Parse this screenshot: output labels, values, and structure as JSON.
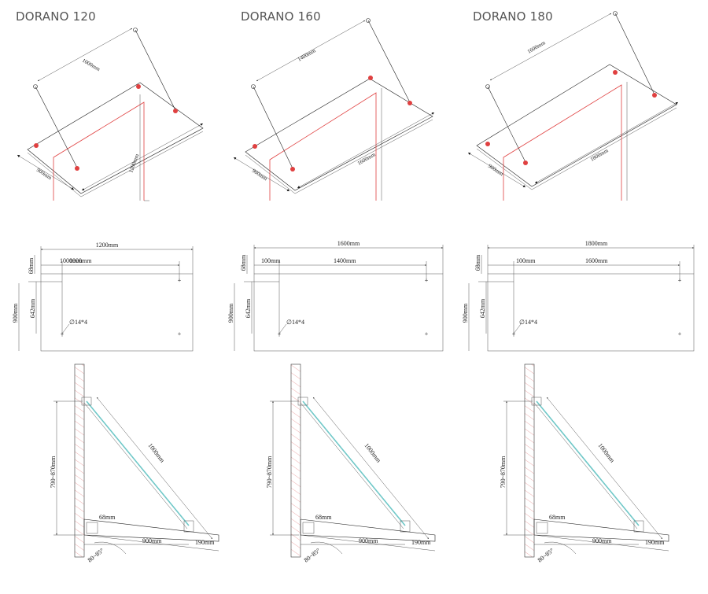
{
  "models": [
    {
      "title": "DORANO 120",
      "iso": {
        "rod": "1000mm",
        "depth": "900mm",
        "width": "1200mm"
      },
      "plan": {
        "width": "1200mm",
        "offset_68": "68mm",
        "offset_left": "1000mm",
        "span": "1000mm",
        "height": "900mm",
        "inner_height": "642mm",
        "hole": "∅14*4"
      },
      "side": {
        "rod": "1000mm",
        "height": "790~870mm",
        "top": "68mm",
        "depth": "900mm",
        "tail": "190mm",
        "angle": "80~85°"
      }
    },
    {
      "title": "DORANO 160",
      "iso": {
        "rod": "1400mm",
        "depth": "900mm",
        "width": "1600mm"
      },
      "plan": {
        "width": "1600mm",
        "offset_68": "68mm",
        "offset_left": "100mm",
        "span": "1400mm",
        "height": "900mm",
        "inner_height": "642mm",
        "hole": "∅14*4"
      },
      "side": {
        "rod": "1000mm",
        "height": "790~870mm",
        "top": "68mm",
        "depth": "900mm",
        "tail": "190mm",
        "angle": "80~85°"
      }
    },
    {
      "title": "DORANO 180",
      "iso": {
        "rod": "1600mm",
        "depth": "900mm",
        "width": "1800mm"
      },
      "plan": {
        "width": "1800mm",
        "offset_68": "68mm",
        "offset_left": "100mm",
        "span": "1600mm",
        "height": "900mm",
        "inner_height": "642mm",
        "hole": "∅14*4"
      },
      "side": {
        "rod": "1000mm",
        "height": "790~870mm",
        "top": "68mm",
        "depth": "900mm",
        "tail": "190mm",
        "angle": "80~85°"
      }
    }
  ]
}
